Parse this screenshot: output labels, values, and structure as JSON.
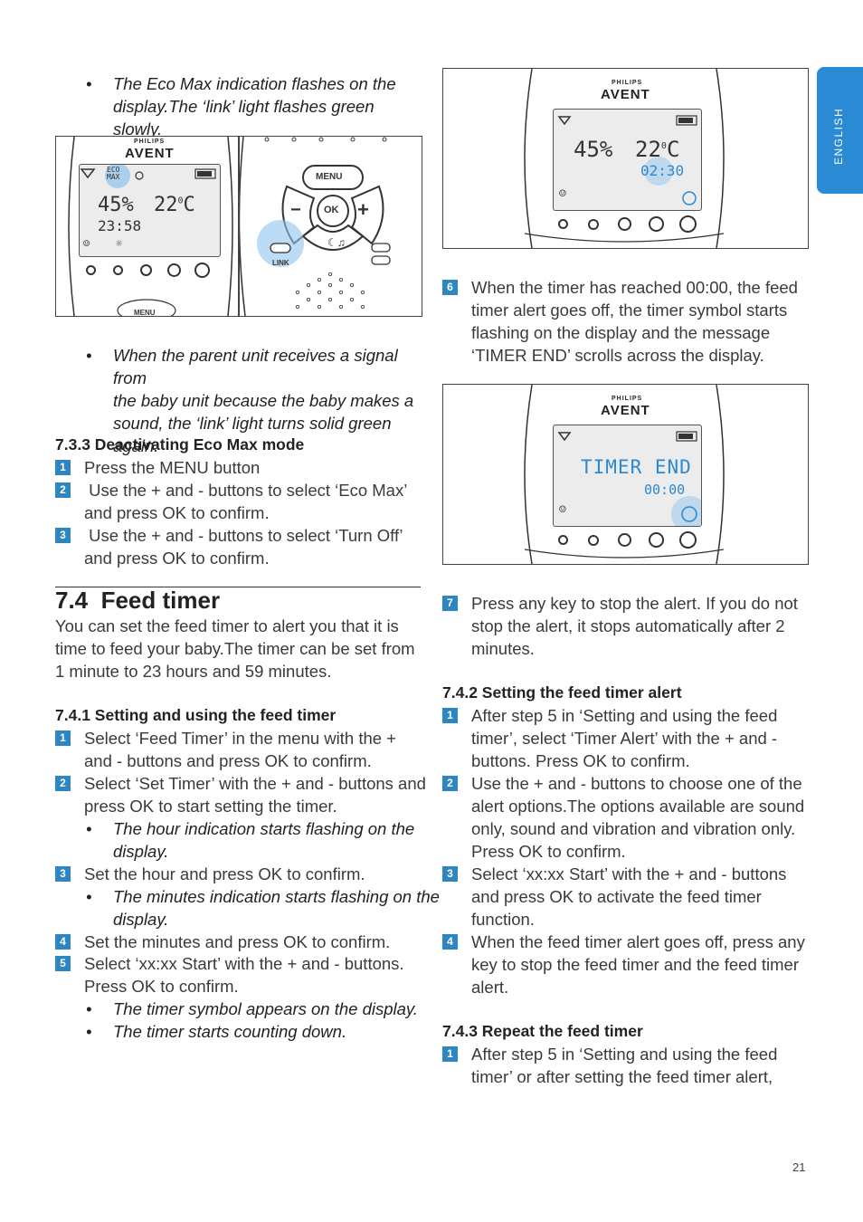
{
  "side_tab": "ENGLISH",
  "page_number": "21",
  "left": {
    "bullet_a": "The Eco Max indication flashes on the display.The ‘link’ light flashes green slowly.",
    "bullet_a_l1": "The Eco Max indication flashes on the",
    "bullet_a_l2": "display.The ‘link’ light flashes green slowly.",
    "fig1": {
      "philips": "PHILIPS",
      "avent": "AVENT",
      "eco_l1": "ECO",
      "eco_l2": "MAX",
      "humidity": "45%",
      "temp": "22",
      "deg": "0",
      "temp_unit": "C",
      "clock": "23:58",
      "menu_label": "MENU"
    },
    "fig2": {
      "menu": "MENU",
      "ok": "OK",
      "minus": "−",
      "plus": "+",
      "link": "LINK"
    },
    "bullet_b_l1": "When the parent unit receives a signal from",
    "bullet_b_l2": "the baby unit because the baby makes a",
    "bullet_b_l3": "sound, the ‘link’ light turns solid green again.",
    "sec733_title": "7.3.3 Deactivating Eco Max mode",
    "sec733_steps": [
      {
        "n": "1",
        "l1": "Press the MENU button",
        "l2": ""
      },
      {
        "n": "2",
        "l1": " Use the + and - buttons to select ‘Eco Max’",
        "l2": "and press OK to confirm."
      },
      {
        "n": "3",
        "l1": " Use the + and - buttons to select ‘Turn Off’",
        "l2": "and press OK to confirm."
      }
    ],
    "sec74_title": "7.4  Feed timer",
    "sec74_p_l1": "You can set the feed timer to alert you that it is",
    "sec74_p_l2": "time to feed your baby.The timer can be set from",
    "sec74_p_l3": "1 minute to 23 hours and 59 minutes.",
    "sec741_title": "7.4.1 Setting and using the feed timer",
    "s1_n": "1",
    "s1_l1": "Select ‘Feed Timer’ in the menu with the +",
    "s1_l2": "and - buttons and press OK to confirm.",
    "s2_n": "2",
    "s2_l1": "Select ‘Set Timer’ with the + and - buttons and",
    "s2_l2": "press OK to start setting the timer.",
    "s2_b_l1": "The hour indication starts flashing on the",
    "s2_b_l2": "display.",
    "s3_n": "3",
    "s3_l1": "Set the hour and press OK to confirm.",
    "s3_b_l1": "The minutes indication starts flashing on the",
    "s3_b_l2": "display.",
    "s4_n": "4",
    "s4_l1": "Set the minutes and press OK to confirm.",
    "s5_n": "5",
    "s5_l1": "Select ‘xx:xx Start’ with the + and - buttons.",
    "s5_l2": "Press OK to confirm.",
    "s5_b1": "The timer symbol appears on the display.",
    "s5_b2": "The timer starts counting down."
  },
  "right": {
    "fig3": {
      "philips": "PHILIPS",
      "avent": "AVENT",
      "humidity": "45%",
      "temp": "22",
      "deg": "0",
      "temp_unit": "C",
      "timer": "02:30"
    },
    "step6_n": "6",
    "step6_l1": "When the timer has reached 00:00, the feed",
    "step6_l2": "timer alert goes off, the timer symbol starts",
    "step6_l3": "flashing on the display and the message",
    "step6_l4": "‘TIMER END’ scrolls across the display.",
    "fig4": {
      "philips": "PHILIPS",
      "avent": "AVENT",
      "message": "TIMER END",
      "timer": "00:00"
    },
    "step7_n": "7",
    "step7_l1": "Press any key to stop the alert. If you do not",
    "step7_l2": "stop the alert, it stops automatically after 2",
    "step7_l3": "minutes.",
    "sec742_title": "7.4.2 Setting the feed timer alert",
    "a1_n": "1",
    "a1_l1": "After step 5 in ‘Setting and using the feed",
    "a1_l2": "timer’, select ‘Timer Alert’ with the + and -",
    "a1_l3": "buttons. Press OK to confirm.",
    "a2_n": "2",
    "a2_l1": "Use the + and - buttons to choose one of the",
    "a2_l2": "alert options.The options available are sound",
    "a2_l3": "only, sound and vibration and vibration only.",
    "a2_l4": "Press OK to confirm.",
    "a3_n": "3",
    "a3_l1": "Select ‘xx:xx Start’ with the + and - buttons",
    "a3_l2": "and press OK to activate the feed timer",
    "a3_l3": "function.",
    "a4_n": "4",
    "a4_l1": "When the feed timer alert goes off, press any",
    "a4_l2": "key to stop the feed timer and the feed timer",
    "a4_l3": "alert.",
    "sec743_title": "7.4.3 Repeat the feed timer",
    "r1_n": "1",
    "r1_l1": "After step 5 in ‘Setting and using the feed",
    "r1_l2": "timer’ or after setting the feed timer alert,"
  },
  "colors": {
    "accent": "#2a8ad4",
    "number_box": "#2e86c1",
    "lcd_blue": "#2a8ad4"
  }
}
